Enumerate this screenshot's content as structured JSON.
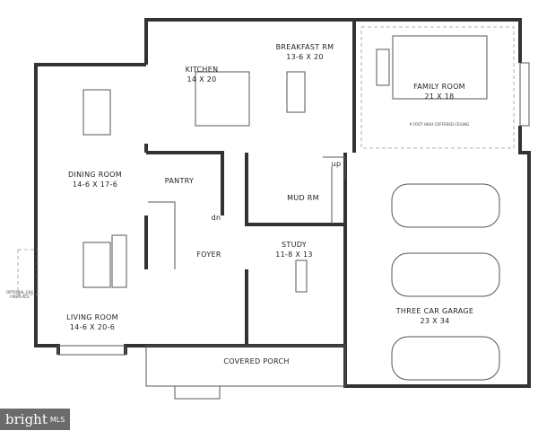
{
  "rooms": {
    "kitchen": {
      "name": "KITCHEN",
      "size": "14 X 20"
    },
    "breakfast": {
      "name": "BREAKFAST RM",
      "size": "13-6 X 20"
    },
    "family": {
      "name": "FAMILY ROOM",
      "size": "21 X 18",
      "note": "9 FOOT HIGH COFFERED CEILING"
    },
    "dining": {
      "name": "DINING ROOM",
      "size": "14-6 X 17-6"
    },
    "pantry": {
      "name": "PANTRY"
    },
    "mud": {
      "name": "MUD RM"
    },
    "foyer": {
      "name": "FOYER"
    },
    "study": {
      "name": "STUDY",
      "size": "11-8 X 13"
    },
    "living": {
      "name": "LIVING ROOM",
      "size": "14-6 X 20-6"
    },
    "garage": {
      "name": "THREE CAR GARAGE",
      "size": "23 X 34"
    },
    "porch": {
      "name": "COVERED PORCH"
    }
  },
  "stairs": {
    "up": "up",
    "dn": "dn"
  },
  "fireplace_note": [
    "OPTIONAL GAS",
    "FIREPLACE"
  ],
  "logo": {
    "brand": "bright",
    "suffix": "MLS"
  }
}
